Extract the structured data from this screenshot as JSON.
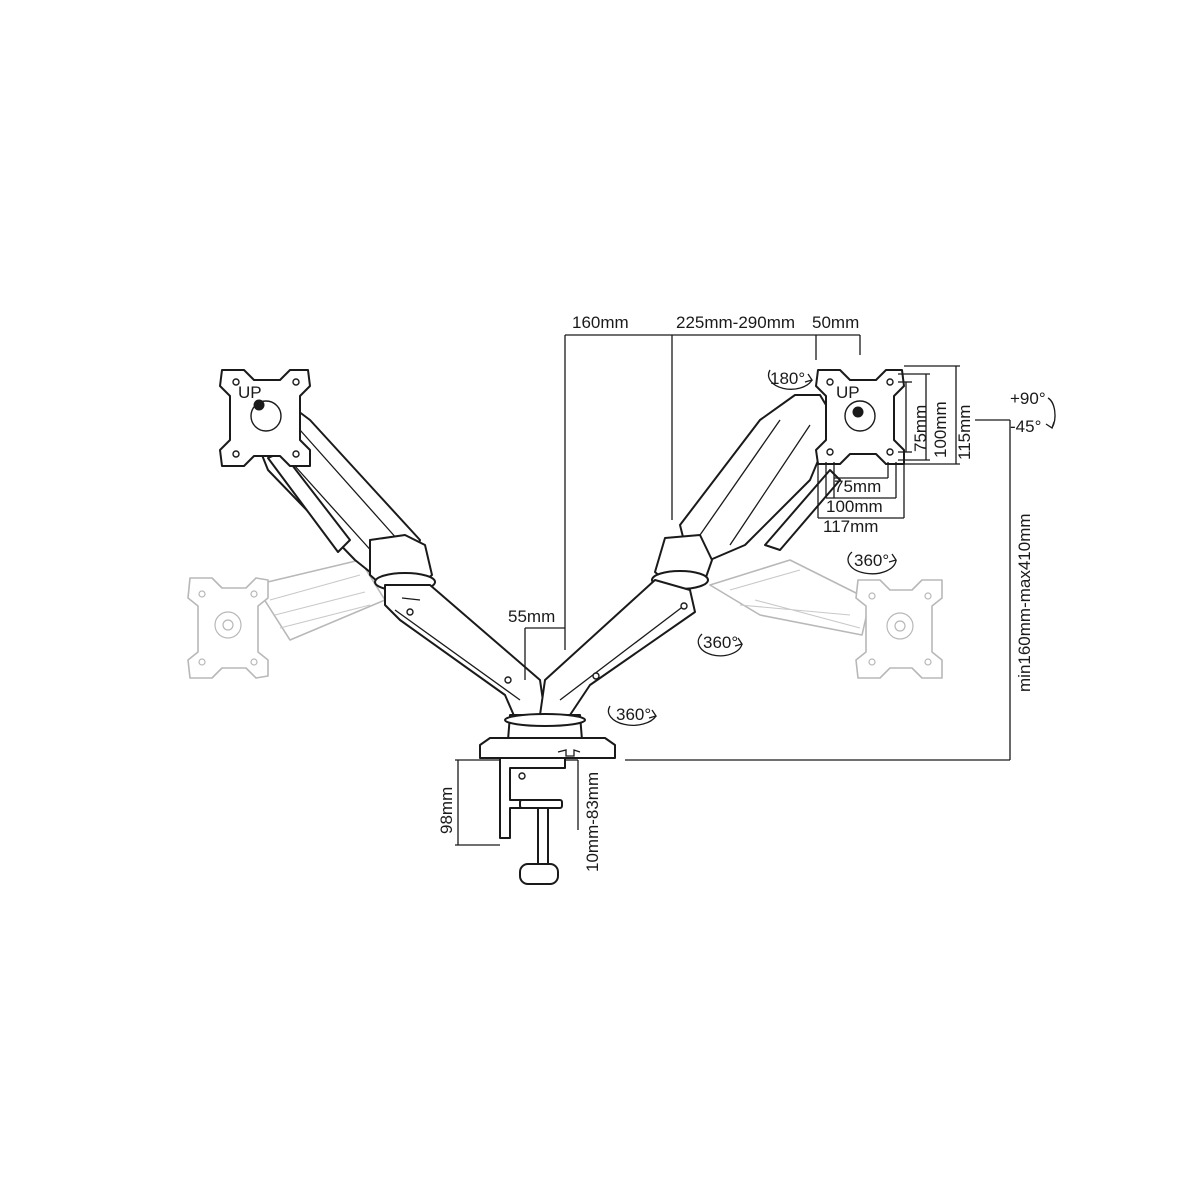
{
  "dimensions": {
    "top_offset": "160mm",
    "arm_length": "225mm-290mm",
    "plate_offset": "50mm",
    "column_gap": "55mm",
    "vesa_h_small": "75mm",
    "vesa_h_large": "100mm",
    "plate_width": "117mm",
    "vesa_v_small": "75mm",
    "vesa_v_large": "100mm",
    "plate_height": "115mm",
    "height_range": "min160mm-max410mm",
    "clamp_height": "98mm",
    "desk_thickness": "10mm-83mm"
  },
  "rotations": {
    "plate_rotation": "180°",
    "elbow_upper": "360°",
    "elbow_lower": "360°",
    "base": "360°",
    "tilt_up": "+90°",
    "tilt_down": "-45°"
  },
  "plate_marks": {
    "up_label": "UP"
  }
}
